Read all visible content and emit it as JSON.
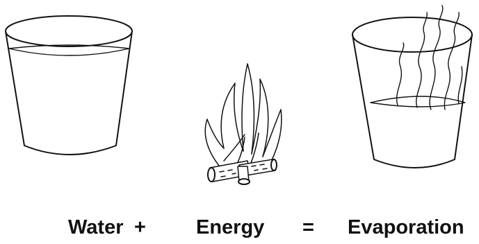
{
  "caption": {
    "term1": "Water",
    "op1": "+",
    "term2": "Energy",
    "op2": "=",
    "result": "Evaporation"
  }
}
